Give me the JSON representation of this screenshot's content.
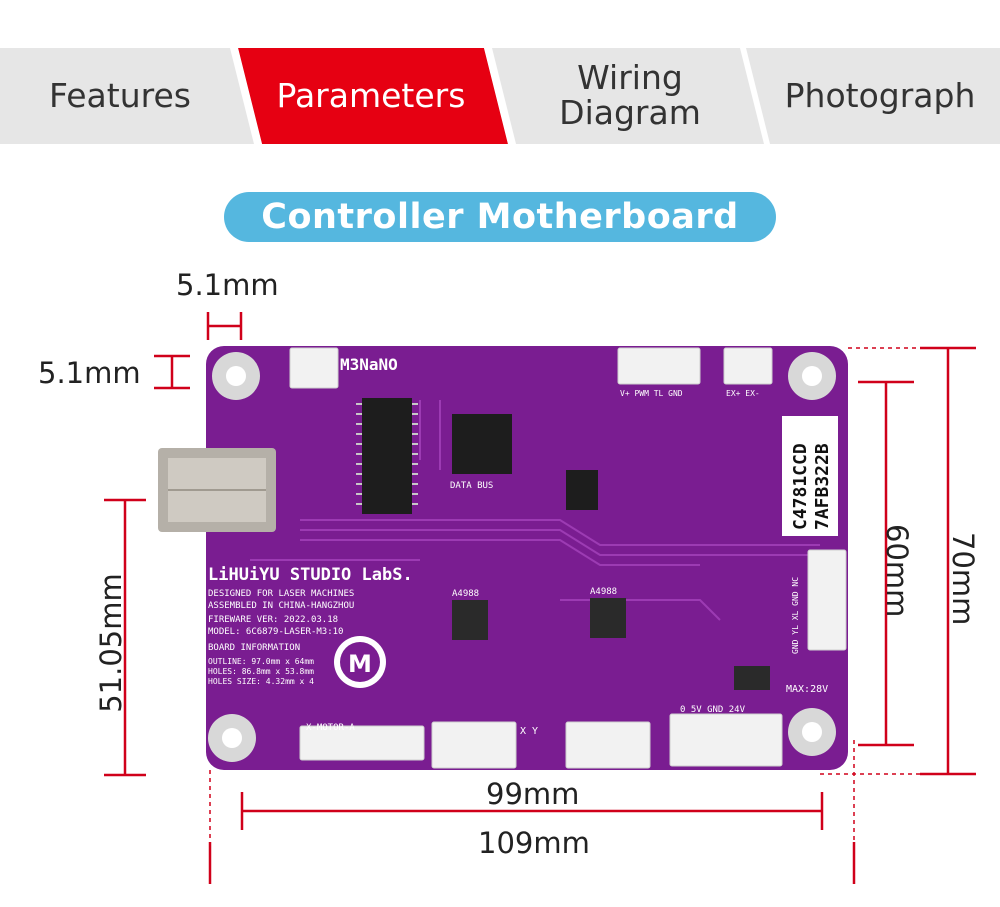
{
  "tabs": [
    {
      "label": "Features",
      "active": false
    },
    {
      "label": "Parameters",
      "active": true
    },
    {
      "label": "Wiring\nDiagram",
      "active": false
    },
    {
      "label": "Photograph",
      "active": false
    }
  ],
  "title": "Controller Motherboard",
  "dimensions": {
    "hole_offset_x": "5.1mm",
    "hole_offset_y": "5.1mm",
    "left_height": "51.05mm",
    "right_inner_height": "60mm",
    "right_outer_height": "70mm",
    "inner_width": "99mm",
    "outer_width": "109mm"
  },
  "board": {
    "brand_line": "LiHUiYU STUDIO LabS.",
    "model_badge": "M3NaNO",
    "designed_for": "DESIGNED FOR LASER MACHINES",
    "assembled": "ASSEMBLED IN CHINA-HANGZHOU",
    "firmware": "FIREWARE VER: 2022.03.18",
    "model": "MODEL: 6C6879-LASER-M3:10",
    "board_info": "BOARD INFORMATION",
    "outline": "OUTLINE: 97.0mm x 64mm",
    "holes": "HOLES: 86.8mm x 53.8mm",
    "holes_size": "HOLES SIZE: 4.32mm x 4",
    "sticker_line1": "C4781CCD",
    "sticker_line2": "7AFB322B",
    "data_bus": "DATA BUS",
    "motor_label": "X-MOTOR-A",
    "max_label": "MAX:28V",
    "top_connector": "V+ PWM TL GND",
    "limit_connector": "GND YL XL GND NC",
    "power_connector": "0  5V GND 24V",
    "chip_a": "A4988",
    "chip_b": "A4988",
    "ex_label": "EX+  EX-",
    "xy_label": "X  Y"
  },
  "colors": {
    "active_tab": "#e60012",
    "tab_bg": "#e6e6e6",
    "pill": "#55b7df",
    "pcb": "#7a1d91",
    "dimension_line": "#d0001a"
  }
}
